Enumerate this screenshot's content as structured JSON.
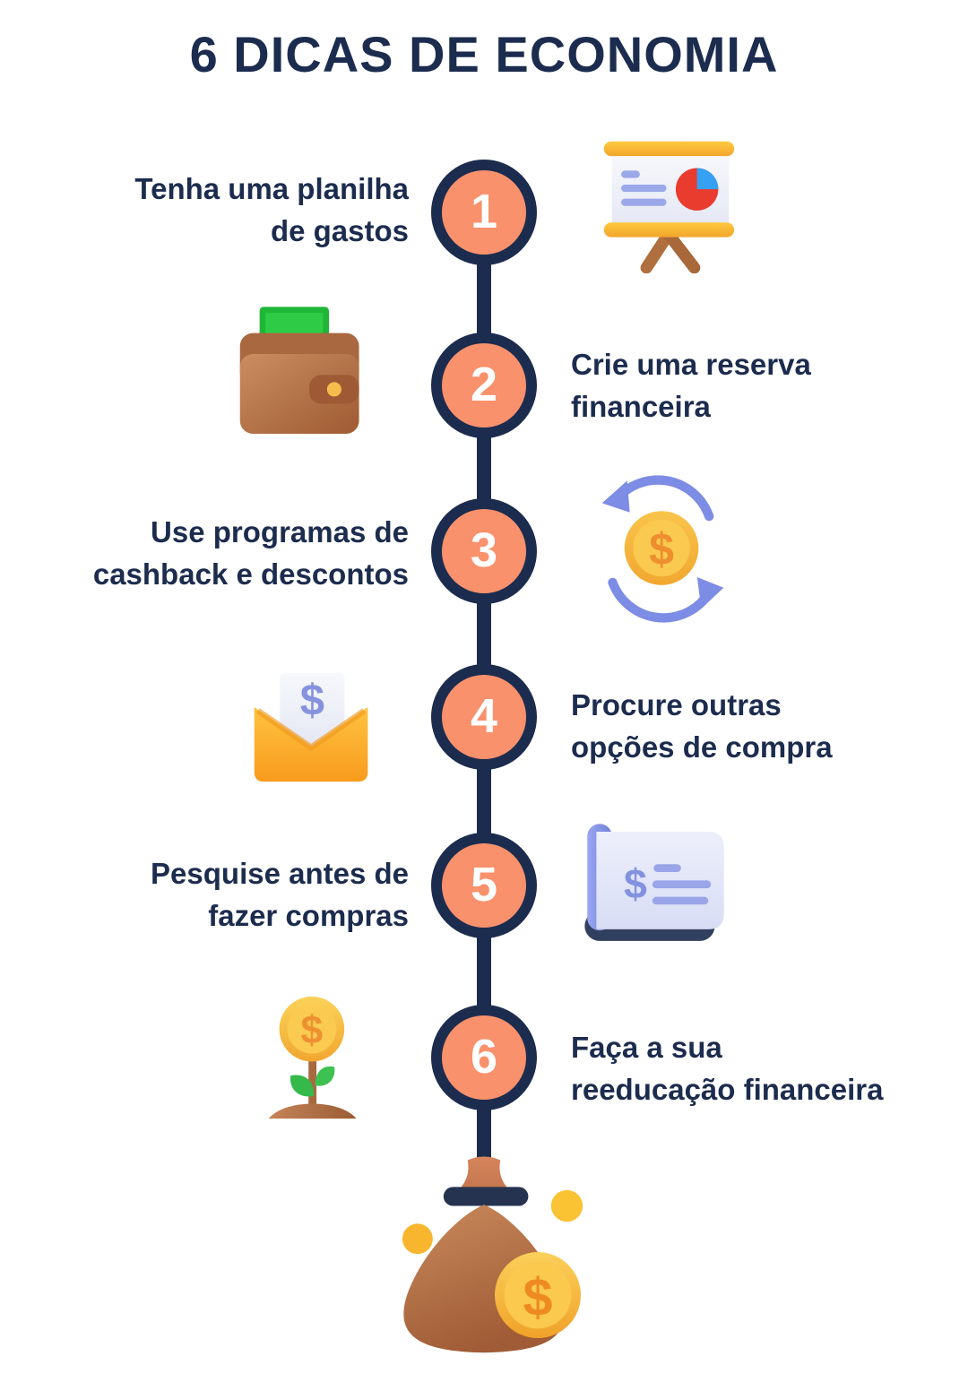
{
  "title": "6 DICAS DE ECONOMIA",
  "steps": [
    {
      "number": "1",
      "lines": [
        "Tenha uma planilha",
        "de gastos"
      ],
      "icon": "presentation-board-icon",
      "icon_side": "right"
    },
    {
      "number": "2",
      "lines": [
        "Crie uma reserva",
        "financeira"
      ],
      "icon": "wallet-money-icon",
      "icon_side": "left"
    },
    {
      "number": "3",
      "lines": [
        "Use programas de",
        "cashback e descontos"
      ],
      "icon": "cashback-exchange-icon",
      "icon_side": "right"
    },
    {
      "number": "4",
      "lines": [
        "Procure outras",
        "opções de compra"
      ],
      "icon": "envelope-money-icon",
      "icon_side": "left"
    },
    {
      "number": "5",
      "lines": [
        "Pesquise antes de",
        "fazer compras"
      ],
      "icon": "invoice-scroll-icon",
      "icon_side": "right"
    },
    {
      "number": "6",
      "lines": [
        "Faça a sua",
        "reeducação financeira"
      ],
      "icon": "money-plant-icon",
      "icon_side": "left"
    }
  ],
  "footer": {
    "icon": "money-bag-icon"
  },
  "colors": {
    "navy": "#1C2C4E",
    "step_circle_fill": "#F8916C",
    "step_number": "#FFFFFF",
    "background": "#FFFFFF",
    "coin_gold": "#F5B33B",
    "accent_purple": "#7D8CE4",
    "money_green": "#2ECB46",
    "bag_brown": "#B06A42"
  }
}
